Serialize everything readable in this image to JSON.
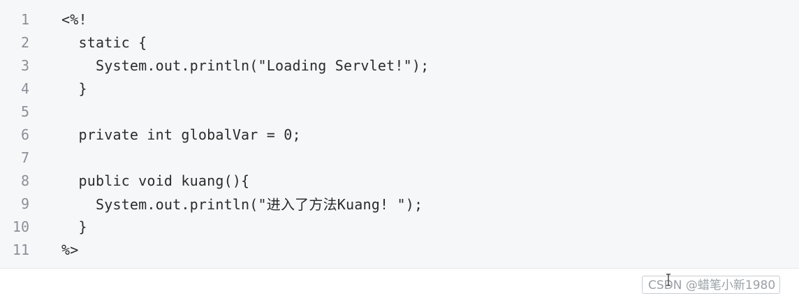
{
  "code": {
    "lines": [
      {
        "number": "1",
        "text": "<%!"
      },
      {
        "number": "2",
        "text": "  static {"
      },
      {
        "number": "3",
        "text": "    System.out.println(\"Loading Servlet!\");"
      },
      {
        "number": "4",
        "text": "  }"
      },
      {
        "number": "5",
        "text": ""
      },
      {
        "number": "6",
        "text": "  private int globalVar = 0;"
      },
      {
        "number": "7",
        "text": ""
      },
      {
        "number": "8",
        "text": "  public void kuang(){"
      },
      {
        "number": "9",
        "text": "    System.out.println(\"进入了方法Kuang! \");"
      },
      {
        "number": "10",
        "text": "  }"
      },
      {
        "number": "11",
        "text": "%>"
      }
    ]
  },
  "watermark": {
    "text": "CSDN @蜡笔小新1980"
  },
  "icons": {
    "cursor": "text-cursor-icon"
  }
}
